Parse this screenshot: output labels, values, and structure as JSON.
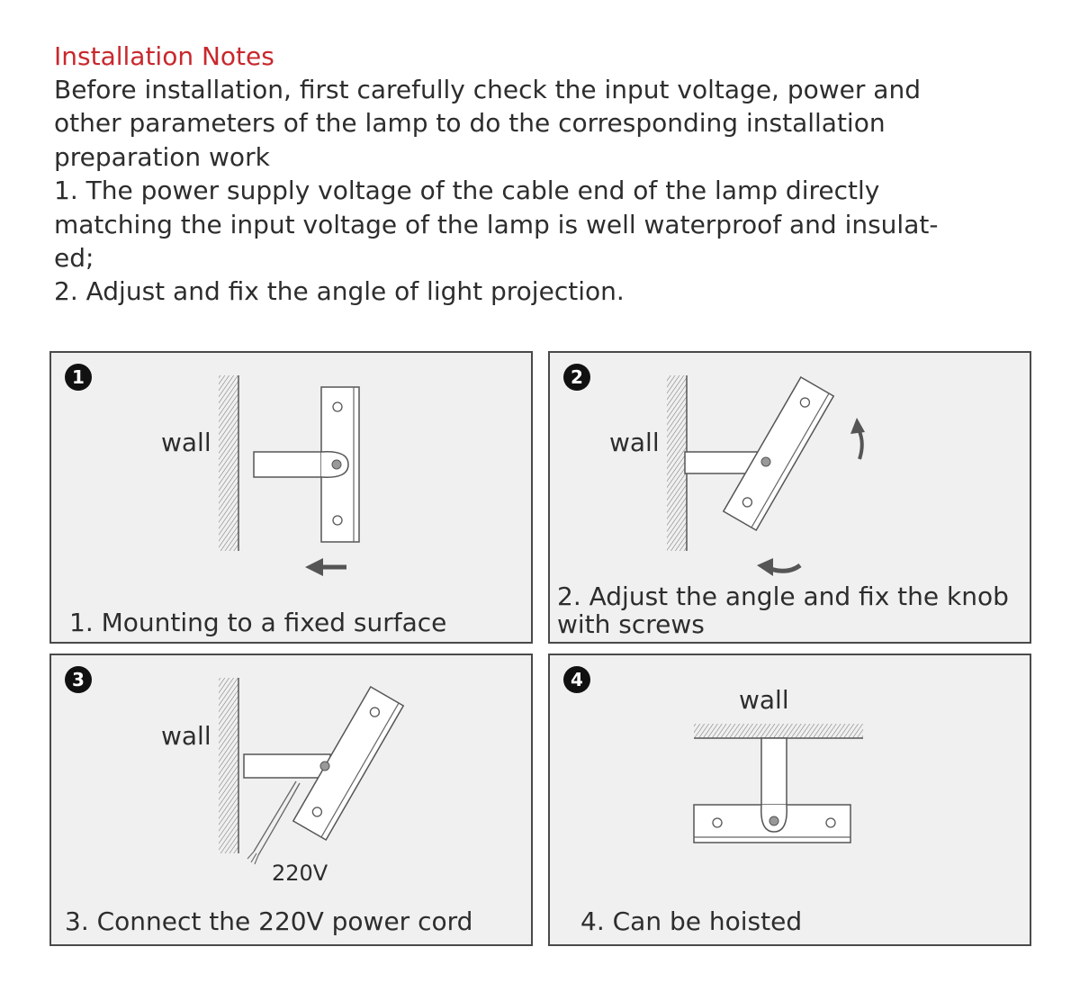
{
  "notes": {
    "title": "Installation Notes",
    "lines": [
      "Before installation, first carefully check the input voltage, power and",
      "other parameters of the lamp to do the corresponding installation",
      "preparation work",
      "1. The power supply voltage of the cable end of the lamp directly",
      "matching the input voltage of the lamp is well waterproof and insulat-",
      "ed;",
      "2. Adjust and fix the angle of light projection."
    ]
  },
  "panels": [
    {
      "number": "1",
      "wall_label": "wall",
      "caption": [
        "1. Mounting to a fixed surface"
      ]
    },
    {
      "number": "2",
      "wall_label": "wall",
      "caption": [
        "2. Adjust the angle and fix the knob",
        "with screws"
      ]
    },
    {
      "number": "3",
      "wall_label": "wall",
      "voltage_label": "220V",
      "caption": [
        "3. Connect the 220V power cord"
      ]
    },
    {
      "number": "4",
      "wall_label": "wall",
      "caption": [
        "4. Can be hoisted"
      ]
    }
  ],
  "colors": {
    "title": "#c8282d",
    "panel_bg": "#f0f0f0",
    "border": "#4a4a4a"
  }
}
